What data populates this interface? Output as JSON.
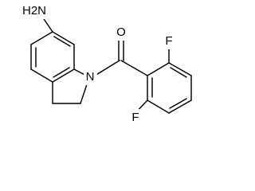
{
  "molecule": {
    "atoms": {
      "amine_nitrogen_group": "H2N",
      "ring_nitrogen": "N",
      "carbonyl_oxygen": "O",
      "fluorine_top": "F",
      "fluorine_bottom": "F"
    }
  }
}
